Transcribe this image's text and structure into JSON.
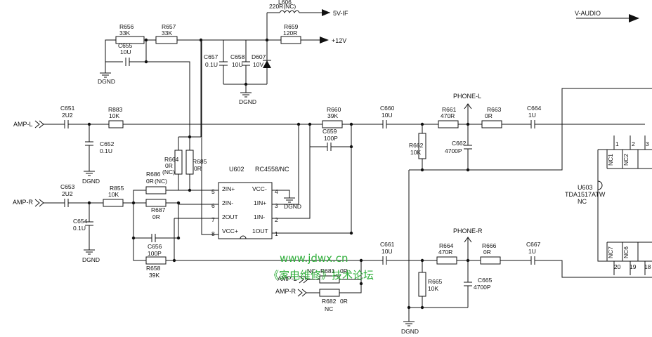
{
  "nets": {
    "amp_l": "AMP-L",
    "amp_r": "AMP-R",
    "v5_if": "5V-IF",
    "v12": "+12V",
    "v_audio": "V-AUDIO",
    "dgnd": "DGND",
    "phone_l": "PHONE-L",
    "phone_r": "PHONE-R"
  },
  "resistors": {
    "r656": {
      "ref": "R656",
      "val": "33K"
    },
    "r657": {
      "ref": "R657",
      "val": "33K"
    },
    "r659": {
      "ref": "R659",
      "val": "120R"
    },
    "r883": {
      "ref": "R883",
      "val": "10K"
    },
    "r664_top": {
      "ref": "R664",
      "val": "0R",
      "note": "(NC)"
    },
    "r685": {
      "ref": "R685",
      "val": "0R"
    },
    "r686": {
      "ref": "R686",
      "val": "0R",
      "note": "(NC)"
    },
    "r687": {
      "ref": "R687",
      "val": "0R"
    },
    "r855": {
      "ref": "R855",
      "val": "10K"
    },
    "r658": {
      "ref": "R658",
      "val": "39K"
    },
    "r660": {
      "ref": "R660",
      "val": "39K"
    },
    "r661": {
      "ref": "R661",
      "val": "470R"
    },
    "r662": {
      "ref": "R662",
      "val": "10K"
    },
    "r663": {
      "ref": "R663",
      "val": "0R"
    },
    "r664": {
      "ref": "R664",
      "val": "470R"
    },
    "r665": {
      "ref": "R665",
      "val": "10K"
    },
    "r666": {
      "ref": "R666",
      "val": "0R"
    },
    "r681": {
      "ref": "R681",
      "val": "0R",
      "note": "NC"
    },
    "r682": {
      "ref": "R682",
      "val": "0R",
      "note": "NC"
    }
  },
  "capacitors": {
    "c655": {
      "ref": "C655",
      "val": "10U"
    },
    "c657": {
      "ref": "C657",
      "val": "0.1U"
    },
    "c658": {
      "ref": "C658",
      "val": "10U"
    },
    "c651": {
      "ref": "C651",
      "val": "2U2"
    },
    "c652": {
      "ref": "C652",
      "val": "0.1U"
    },
    "c653": {
      "ref": "C653",
      "val": "2U2"
    },
    "c654": {
      "ref": "C654",
      "val": "0.1U"
    },
    "c656": {
      "ref": "C656",
      "val": "100P"
    },
    "c659": {
      "ref": "C659",
      "val": "100P"
    },
    "c660": {
      "ref": "C660",
      "val": "10U"
    },
    "c661": {
      "ref": "C661",
      "val": "10U"
    },
    "c662": {
      "ref": "C662",
      "val": "4700P"
    },
    "c664": {
      "ref": "C664",
      "val": "1U"
    },
    "c665": {
      "ref": "C665",
      "val": "4700P"
    },
    "c667": {
      "ref": "C667",
      "val": "1U"
    }
  },
  "inductor": {
    "ref": "L606",
    "val": "220R(NC)"
  },
  "diode": {
    "ref": "D607",
    "val": "10V"
  },
  "u602": {
    "ref": "U602",
    "part": "RC4558/NC",
    "pins_left": [
      {
        "name": "2IN+",
        "num": "5"
      },
      {
        "name": "2IN-",
        "num": "6"
      },
      {
        "name": "2OUT",
        "num": "7"
      },
      {
        "name": "VCC+",
        "num": "8"
      }
    ],
    "pins_right": [
      {
        "name": "VCC-",
        "num": "4"
      },
      {
        "name": "1IN+",
        "num": "3"
      },
      {
        "name": "1IN-",
        "num": "2"
      },
      {
        "name": "1OUT",
        "num": "1"
      }
    ]
  },
  "u603": {
    "ref": "U603",
    "part": "TDA1517ATW",
    "note": "NC",
    "top_pins": [
      "NC1",
      "NC2",
      "1",
      "2",
      "3"
    ],
    "bottom_pins": [
      "NC7",
      "NC6",
      "20",
      "19",
      "18"
    ]
  },
  "watermark": {
    "url": "www.jdwx.cn",
    "cn": "《家电维修》技术论坛"
  }
}
